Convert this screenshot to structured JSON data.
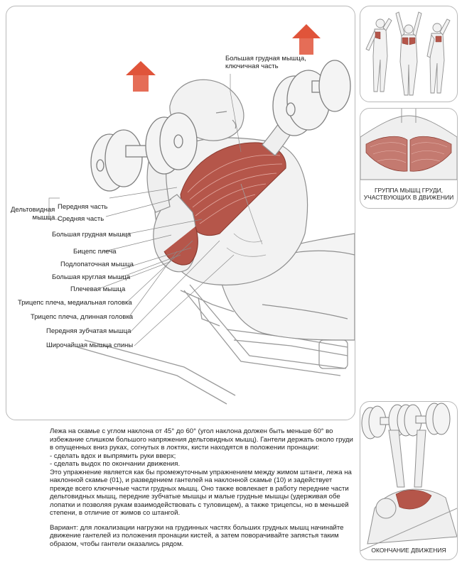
{
  "labels": {
    "pectoralis_major_clavicular": "Большая грудная мышца,\nключичная часть",
    "deltoid_group": "Дельтовидная\nмышца",
    "deltoid_front": "Передняя часть",
    "deltoid_middle": "Средняя часть",
    "pectoralis_major": "Большая грудная мышца",
    "biceps": "Бицепс плеча",
    "subscapularis": "Подлопаточная мышца",
    "teres_major": "Большая круглая мышца",
    "brachialis": "Плечевая мышца",
    "triceps_medial": "Трицепс плеча, медиальная головка",
    "triceps_long": "Трицепс плеча, длинная головка",
    "serratus": "Передняя зубчатая мышца",
    "latissimus": "Широчайшая мышца спины"
  },
  "captions": {
    "muscle_group": "ГРУППА МЫШЦ ГРУДИ,\nУЧАСТВУЮЩИХ В ДВИЖЕНИИ",
    "end_of_movement": "ОКОНЧАНИЕ ДВИЖЕНИЯ"
  },
  "description": {
    "intro": "Лежа на скамье с углом наклона от 45° до 60° (угол наклона должен быть меньше 60° во избежание слишком большого напряжения дельтовидных мышц). Гантели держать около груди в опущенных вниз руках, согнутых в локтях, кисти находятся в положении пронации:",
    "step1": "- сделать вдох и выпрямить руки вверх;",
    "step2": "- сделать выдох по окончании движения.",
    "body": "Это упражнение является как бы промежуточным упражнением между жимом штанги, лежа на наклонной скамье (01), и разведением гантелей на наклонной скамье (10) и задействует прежде всего ключичные части грудных мышц. Оно также вовлекает в работу передние части дельтовидных мышц, передние зубчатые мышцы и малые грудные мышцы (удерживая обе лопатки и позволяя рукам взаимодействовать с туловищем), а также трицепсы, но в меньшей степени, в отличие от жимов со штангой.",
    "variant": "Вариант: для локализации нагрузки на грудинных частях больших грудных мышц начинайте движение гантелей из положения пронации кистей, а затем поворачивайте запястья таким образом, чтобы гантели оказались рядом."
  },
  "colors": {
    "arrow": "#e0543a",
    "muscle": "#b5564a",
    "muscle_dark": "#8a3a30",
    "line": "#9a9a9a",
    "skin": "#f2f2f2"
  }
}
